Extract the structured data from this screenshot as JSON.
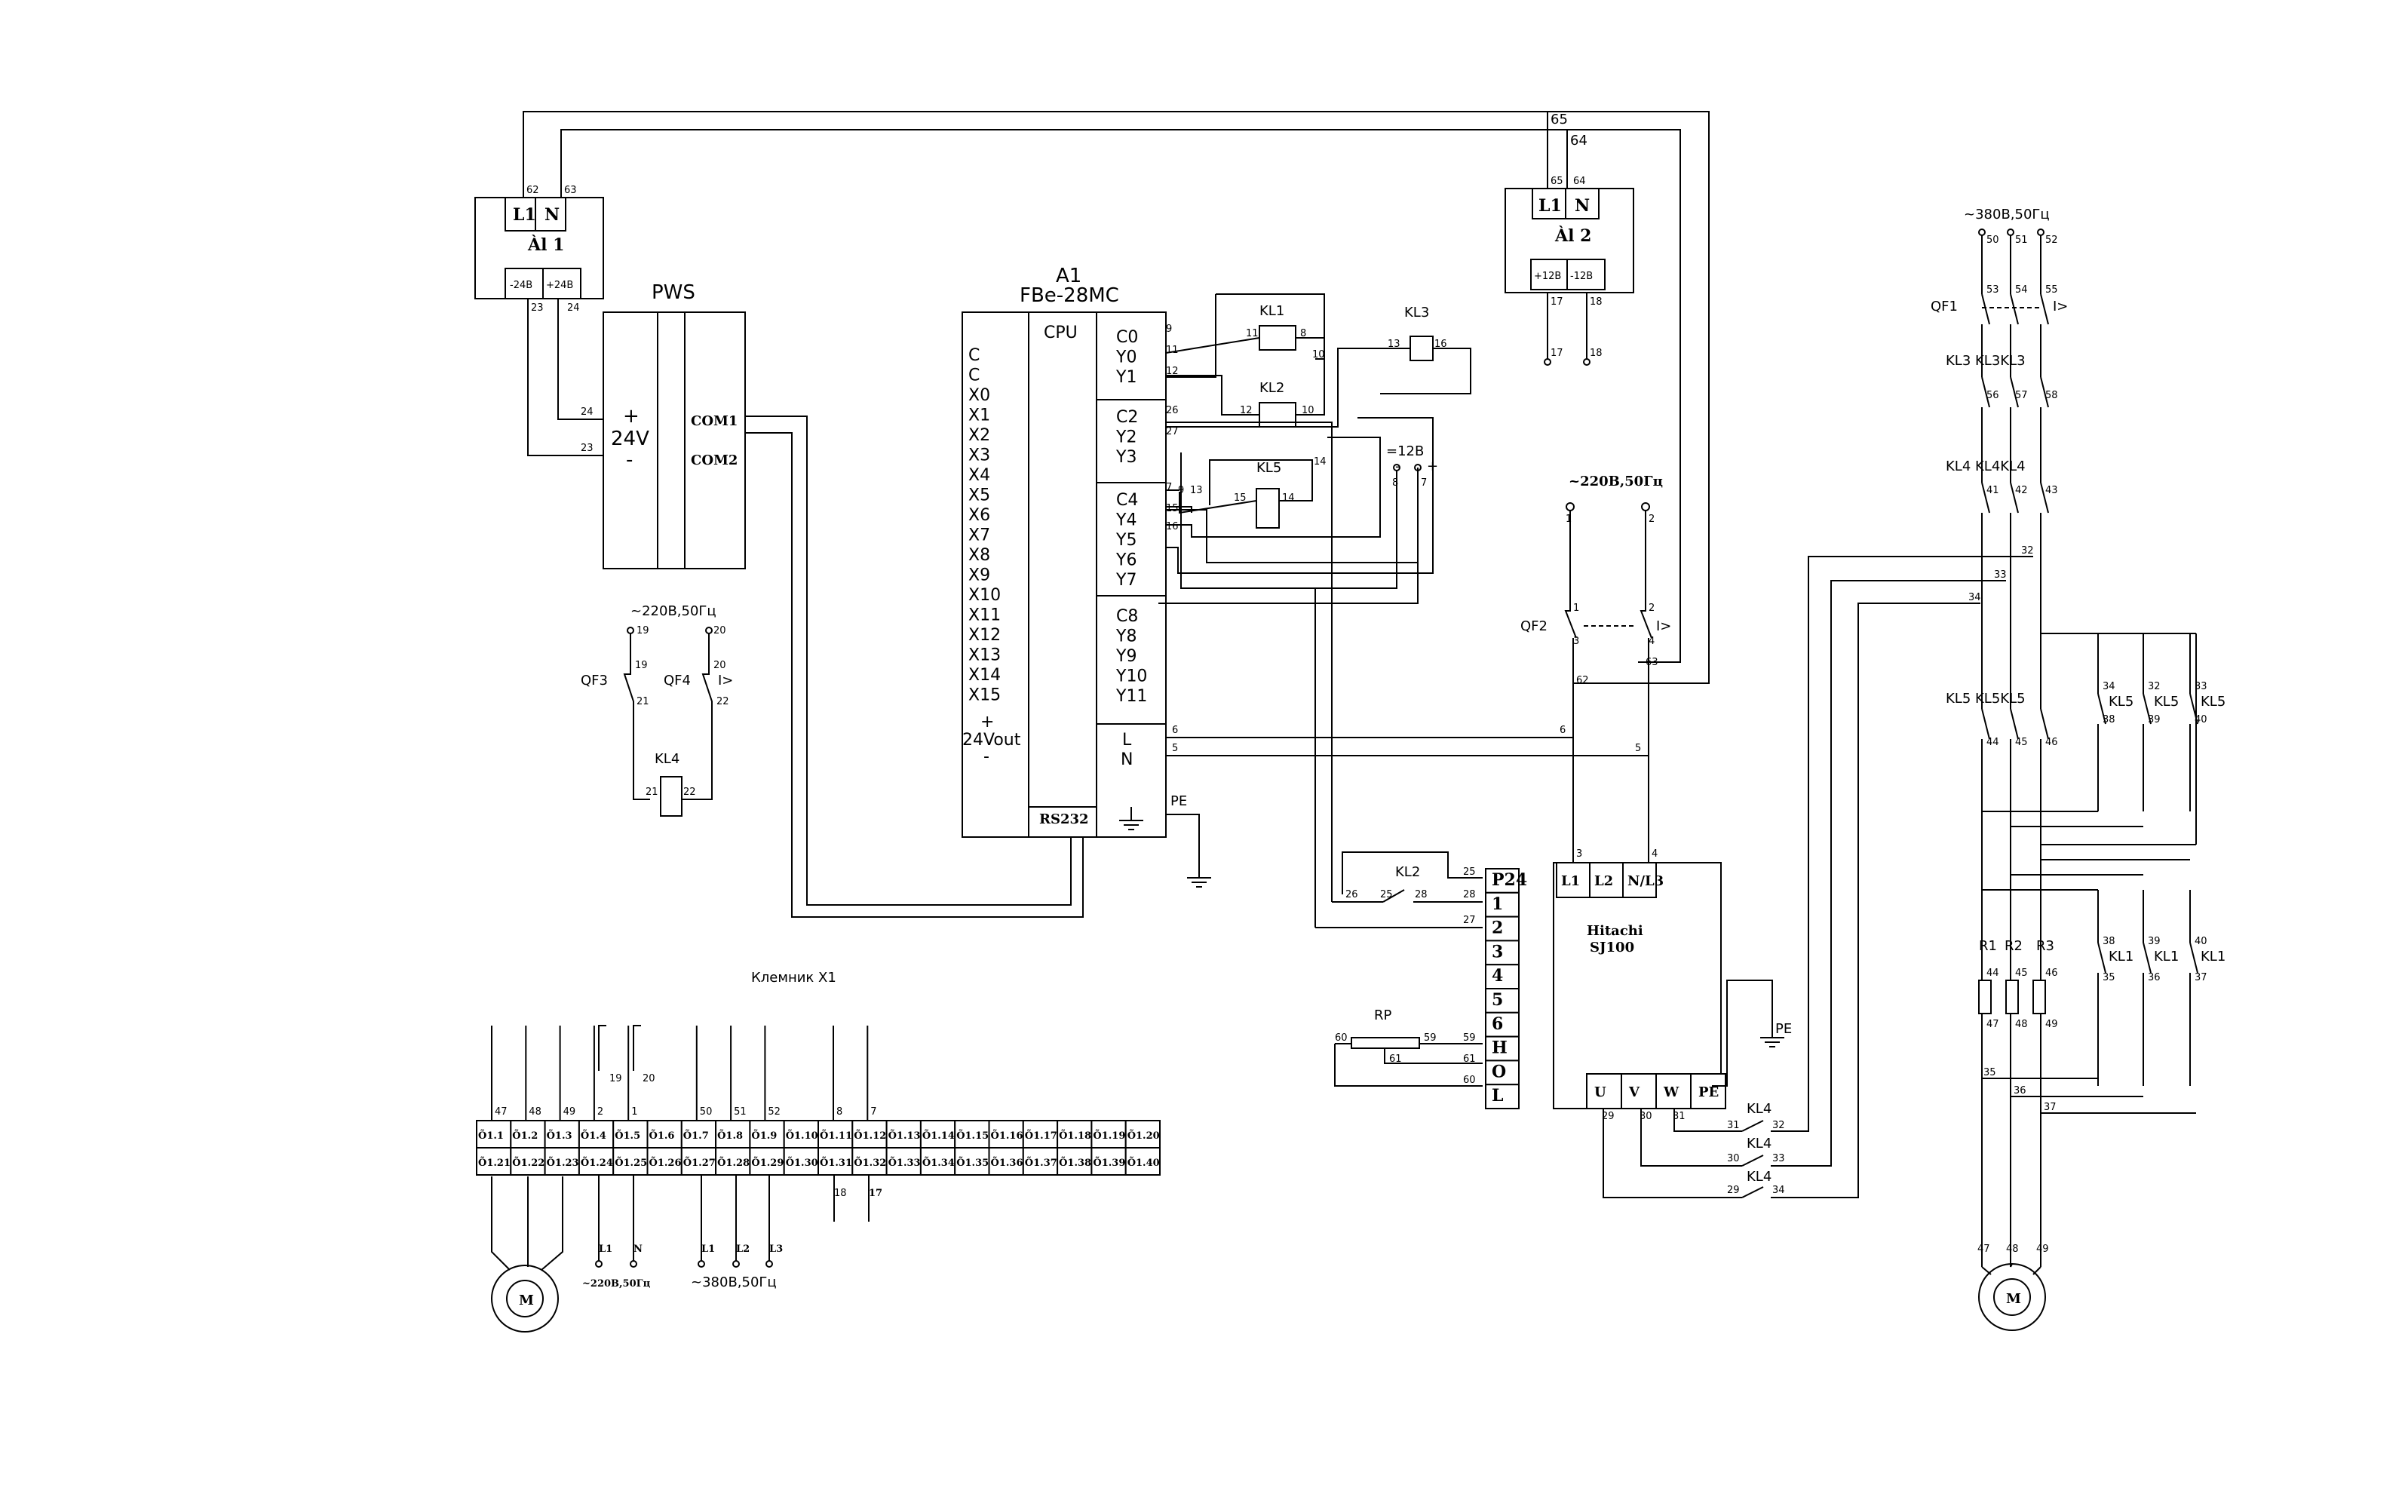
{
  "title": {
    "klemnik": "Клемник X1"
  },
  "al1": {
    "l": "L1",
    "n": "N",
    "name": "Àl 1",
    "m24": "-24В",
    "p24": "+24В",
    "w62": "62",
    "w63": "63",
    "w23": "23",
    "w24": "24"
  },
  "al2": {
    "l": "L1",
    "n": "N",
    "name": "Àl 2",
    "p12": "+12В",
    "m12": "-12В",
    "w65": "65",
    "w64": "64",
    "w17": "17",
    "w18": "18"
  },
  "pws": {
    "name": "PWS",
    "plus": "+",
    "v": "24V",
    "minus": "-",
    "com1": "COM1",
    "com2": "COM2"
  },
  "a1": {
    "name": "A1",
    "model": "FBe-28MC",
    "cpu": "CPU",
    "rs232": "RS232",
    "inputs": [
      "C",
      "C",
      "X0",
      "X1",
      "X2",
      "X3",
      "X4",
      "X5",
      "X6",
      "X7",
      "X8",
      "X9",
      "X10",
      "X11",
      "X12",
      "X13",
      "X14",
      "X15"
    ],
    "vout": [
      "+",
      "24Vout",
      "-"
    ],
    "g1": [
      "C0",
      "Y0",
      "Y1"
    ],
    "g2": [
      "C2",
      "Y2",
      "Y3"
    ],
    "g3": [
      "C4",
      "Y4",
      "Y5",
      "Y6",
      "Y7"
    ],
    "g4": [
      "C8",
      "Y8",
      "Y9",
      "Y10",
      "Y11"
    ],
    "ln": [
      "L",
      "N"
    ],
    "pe": "PE"
  },
  "relays": {
    "kl1": "KL1",
    "kl2": "KL2",
    "kl3": "KL3",
    "kl5": "KL5",
    "kl4": "KL4"
  },
  "supply": {
    "v220a": "~220В,50Гц",
    "v220b": "~220В,50Гц",
    "v380": "~380В,50Гц",
    "v12": "=12В",
    "minus": "-",
    "plus": "+",
    "qf1": "QF1",
    "qf2": "QF2",
    "qf3": "QF3",
    "qf4": "QF4",
    "i": "I>"
  },
  "vfd": {
    "brand": "Hitachi",
    "model": "SJ100",
    "left": [
      "P24",
      "1",
      "2",
      "3",
      "4",
      "5",
      "6",
      "H",
      "O",
      "L"
    ],
    "top": [
      "L1",
      "L2",
      "N/L3"
    ],
    "bottom": [
      "U",
      "V",
      "W",
      "PE"
    ],
    "pe": "PE"
  },
  "rp": {
    "name": "RP"
  },
  "terms": {
    "top": [
      "Õ1.1",
      "Õ1.2",
      "Õ1.3",
      "Õ1.4",
      "Õ1.5",
      "Õ1.6",
      "Õ1.7",
      "Õ1.8",
      "Õ1.9",
      "Õ1.10",
      "Õ1.11",
      "Õ1.12",
      "Õ1.13",
      "Õ1.14",
      "Õ1.15",
      "Õ1.16",
      "Õ1.17",
      "Õ1.18",
      "Õ1.19",
      "Õ1.20"
    ],
    "bottom": [
      "Õ1.21",
      "Õ1.22",
      "Õ1.23",
      "Õ1.24",
      "Õ1.25",
      "Õ1.26",
      "Õ1.27",
      "Õ1.28",
      "Õ1.29",
      "Õ1.30",
      "Õ1.31",
      "Õ1.32",
      "Õ1.33",
      "Õ1.34",
      "Õ1.35",
      "Õ1.36",
      "Õ1.37",
      "Õ1.38",
      "Õ1.39",
      "Õ1.40"
    ],
    "wires": [
      "47",
      "48",
      "49",
      "2",
      "1",
      "",
      "50",
      "51",
      "52",
      "",
      "8",
      "7"
    ],
    "lines220": [
      "L1",
      "N"
    ],
    "lines380": [
      "L1",
      "L2",
      "L3"
    ],
    "w19": "19",
    "w20": "20",
    "w18": "18",
    "w17": "17"
  },
  "motor": {
    "m": "M"
  },
  "power": {
    "r1": "R1",
    "r2": "R2",
    "r3": "R3",
    "kl3": "KL3",
    "kl4": "KL4",
    "kl5": "KL5",
    "kl1": "KL1"
  }
}
